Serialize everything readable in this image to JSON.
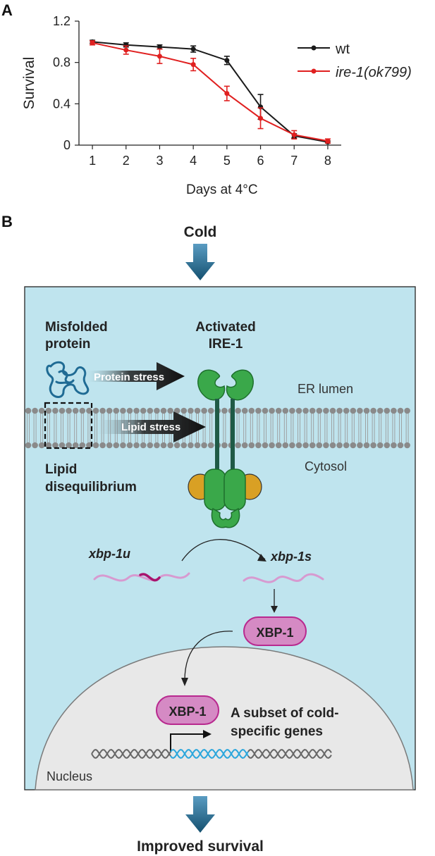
{
  "panel_a": {
    "label": "A",
    "chart_data": {
      "type": "line",
      "xlabel": "Days at 4°C",
      "ylabel": "Survival",
      "x": [
        1,
        2,
        3,
        4,
        5,
        6,
        7,
        8
      ],
      "xlim": [
        0.6,
        8.4
      ],
      "ylim": [
        0,
        1.2
      ],
      "x_ticks": [
        "1",
        "2",
        "3",
        "4",
        "5",
        "6",
        "7",
        "8"
      ],
      "y_ticks": [
        "0",
        "0.4",
        "0.8",
        "1.2"
      ],
      "y_tick_values": [
        0,
        0.4,
        0.8,
        1.2
      ],
      "grid": false,
      "legend_position": "top-right",
      "series": [
        {
          "name": "wt",
          "color": "#1a1a1a",
          "values": [
            1.0,
            0.97,
            0.95,
            0.93,
            0.82,
            0.37,
            0.09,
            0.03
          ],
          "errors": [
            0.015,
            0.02,
            0.02,
            0.03,
            0.04,
            0.12,
            0.02,
            0.01
          ]
        },
        {
          "name": "ire-1(ok799)",
          "color": "#e02020",
          "values": [
            0.99,
            0.92,
            0.86,
            0.78,
            0.5,
            0.26,
            0.1,
            0.04
          ],
          "errors": [
            0.02,
            0.04,
            0.07,
            0.06,
            0.07,
            0.1,
            0.04,
            0.02
          ]
        }
      ]
    }
  },
  "panel_b": {
    "label": "B",
    "top_label": "Cold",
    "bottom_label": "Improved survival",
    "misfolded_label": [
      "Misfolded",
      "protein"
    ],
    "activated_label": [
      "Activated",
      "IRE-1"
    ],
    "protein_stress": "Protein stress",
    "lipid_stress": "Lipid stress",
    "er_lumen": "ER lumen",
    "cytosol": "Cytosol",
    "lipid_label": [
      "Lipid",
      "disequilibrium"
    ],
    "xbp_u": "xbp-1u",
    "xbp_s": "xbp-1s",
    "xbp_protein": "XBP-1",
    "genes_label": [
      "A subset of cold-",
      "specific genes"
    ],
    "nucleus": "Nucleus",
    "colors": {
      "cell_bg": "#bfe4ee",
      "membrane": "#8a8a8a",
      "ire_green": "#3aa84a",
      "ire_orange": "#d9a024",
      "xbp_fill": "#d58ac4",
      "xbp_stroke": "#b8298f",
      "mrna": "#d79ad0",
      "mrna_mark": "#a8146e",
      "arrow_blue": "#1b5e84",
      "dna_blue": "#2aa6dc"
    }
  }
}
